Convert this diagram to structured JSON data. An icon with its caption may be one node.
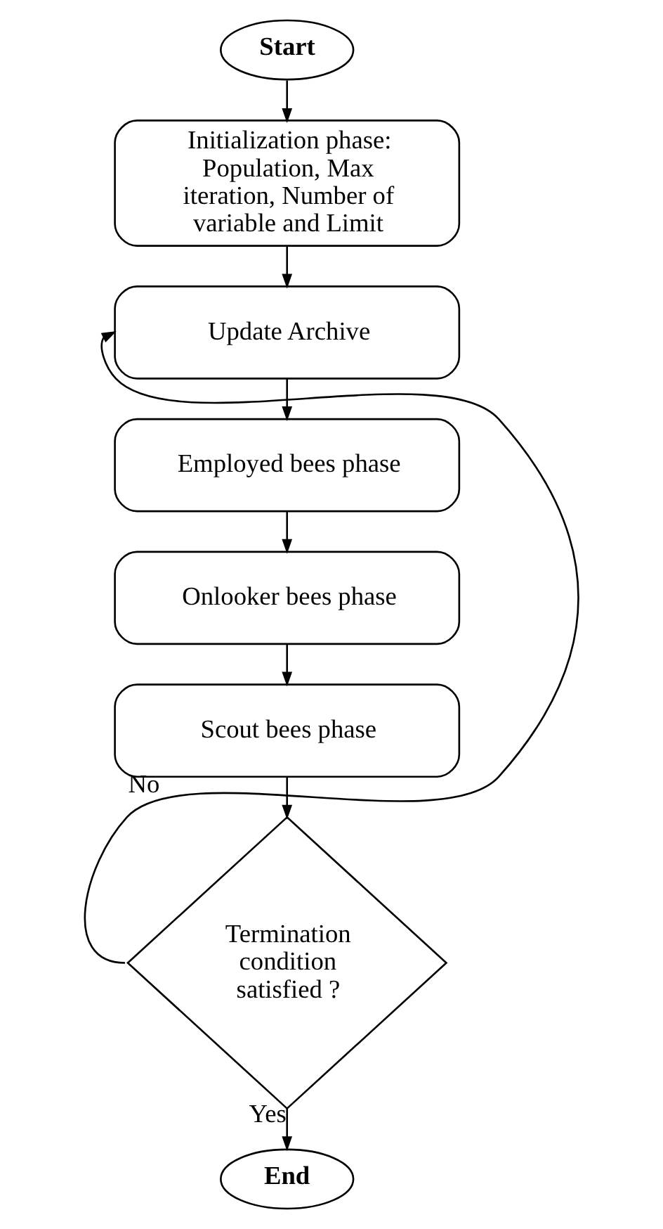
{
  "diagram": {
    "nodes": [
      {
        "text": [
          "Start"
        ]
      },
      {
        "text": [
          "Initialization phase: Population, Max iteration, Number of variable and Limit"
        ]
      },
      {
        "text": [
          "Update Archive"
        ]
      },
      {
        "text": [
          "Employed bees phase"
        ]
      },
      {
        "text": [
          "Onlooker bees phase"
        ]
      },
      {
        "text": [
          "Scout bees phase"
        ]
      },
      {
        "text": [
          "Termination condition satisfied ?"
        ]
      },
      {
        "text": [
          "End"
        ]
      }
    ],
    "edges": [
      {
        "from": 0,
        "to": 1,
        "arrow": "to"
      },
      {
        "from": 1,
        "to": 2,
        "arrow": "to"
      },
      {
        "from": 2,
        "to": 3,
        "arrow": "to"
      },
      {
        "from": 3,
        "to": 4,
        "arrow": "to"
      },
      {
        "from": 4,
        "to": 5,
        "arrow": "to"
      },
      {
        "from": 5,
        "to": 6,
        "arrow": "to"
      },
      {
        "from": 6,
        "to": 2,
        "arrow": "to",
        "label": "No"
      },
      {
        "from": 6,
        "to": 7,
        "arrow": "to",
        "label": "Yes"
      }
    ]
  }
}
